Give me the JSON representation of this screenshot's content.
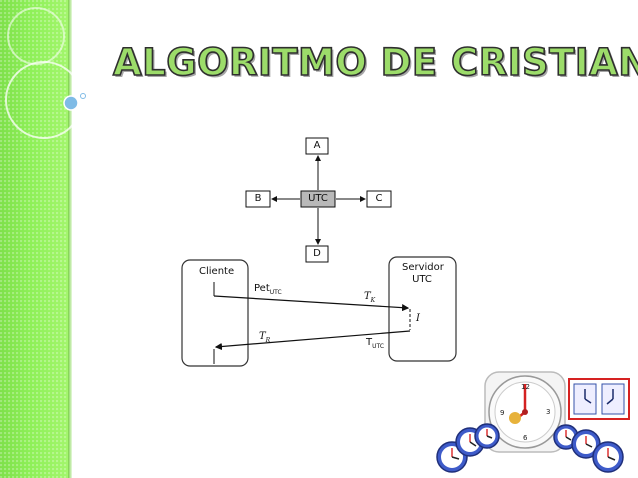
{
  "slide": {
    "title": "ALGORITMO DE CRISTIAN"
  },
  "topology": {
    "node_a": "A",
    "node_b": "B",
    "node_c": "C",
    "node_d": "D",
    "node_center": "UTC"
  },
  "sequence": {
    "client_label": "Cliente",
    "server_label_line1": "Servidor",
    "server_label_line2": "UTC",
    "pet_main": "Pet",
    "pet_sub": "UTC",
    "t_k": "T",
    "t_k_sub": "K",
    "interval": "I",
    "t_r": "T",
    "t_r_sub": "R",
    "t_utc_main": "T",
    "t_utc_sub": "UTC"
  },
  "colors": {
    "band": "#8ef058",
    "title_fill": "#9cdc6a",
    "title_stroke": "#2f2f2f",
    "utc_box": "#b9b9b9"
  },
  "icons": [
    "decorative-circles",
    "learning-clocks-image"
  ]
}
